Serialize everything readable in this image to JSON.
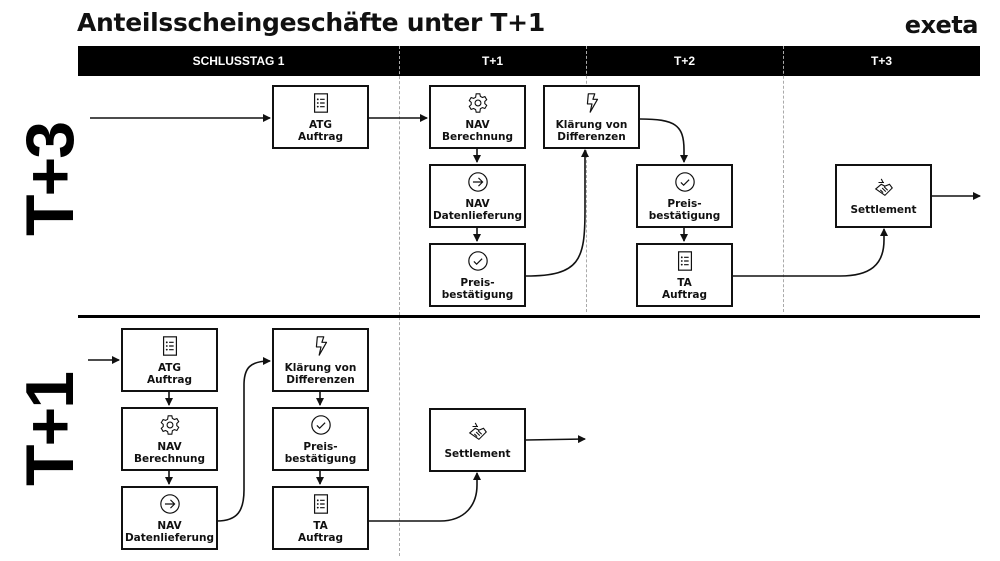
{
  "title": "Anteilsscheingeschäfte unter T+1",
  "logo": "exeta",
  "columns": [
    {
      "label": "SCHLUSSTAG 1"
    },
    {
      "label": "T+1"
    },
    {
      "label": "T+2"
    },
    {
      "label": "T+3"
    }
  ],
  "rows": [
    {
      "label": "T+3",
      "steps": [
        {
          "id": "atg",
          "icon": "list-icon",
          "label": "ATG\nAuftrag"
        },
        {
          "id": "nav-calc",
          "icon": "gear-icon",
          "label": "NAV\nBerechnung"
        },
        {
          "id": "nav-data",
          "icon": "arrow-circle-icon",
          "label": "NAV\nDatenlieferung"
        },
        {
          "id": "price1",
          "icon": "check-circle-icon",
          "label": "Preis-\nbestätigung"
        },
        {
          "id": "clarify",
          "icon": "lightning-icon",
          "label": "Klärung von\nDifferenzen"
        },
        {
          "id": "price2",
          "icon": "check-circle-icon",
          "label": "Preis-\nbestätigung"
        },
        {
          "id": "ta",
          "icon": "list-icon",
          "label": "TA\nAuftrag"
        },
        {
          "id": "settle",
          "icon": "handshake-icon",
          "label": "Settlement"
        }
      ]
    },
    {
      "label": "T+1",
      "steps": [
        {
          "id": "atg",
          "icon": "list-icon",
          "label": "ATG\nAuftrag"
        },
        {
          "id": "nav-calc",
          "icon": "gear-icon",
          "label": "NAV\nBerechnung"
        },
        {
          "id": "nav-data",
          "icon": "arrow-circle-icon",
          "label": "NAV\nDatenlieferung"
        },
        {
          "id": "clarify",
          "icon": "lightning-icon",
          "label": "Klärung von\nDifferenzen"
        },
        {
          "id": "price",
          "icon": "check-circle-icon",
          "label": "Preis-\nbestätigung"
        },
        {
          "id": "ta",
          "icon": "list-icon",
          "label": "TA\nAuftrag"
        },
        {
          "id": "settle",
          "icon": "handshake-icon",
          "label": "Settlement"
        }
      ]
    }
  ]
}
